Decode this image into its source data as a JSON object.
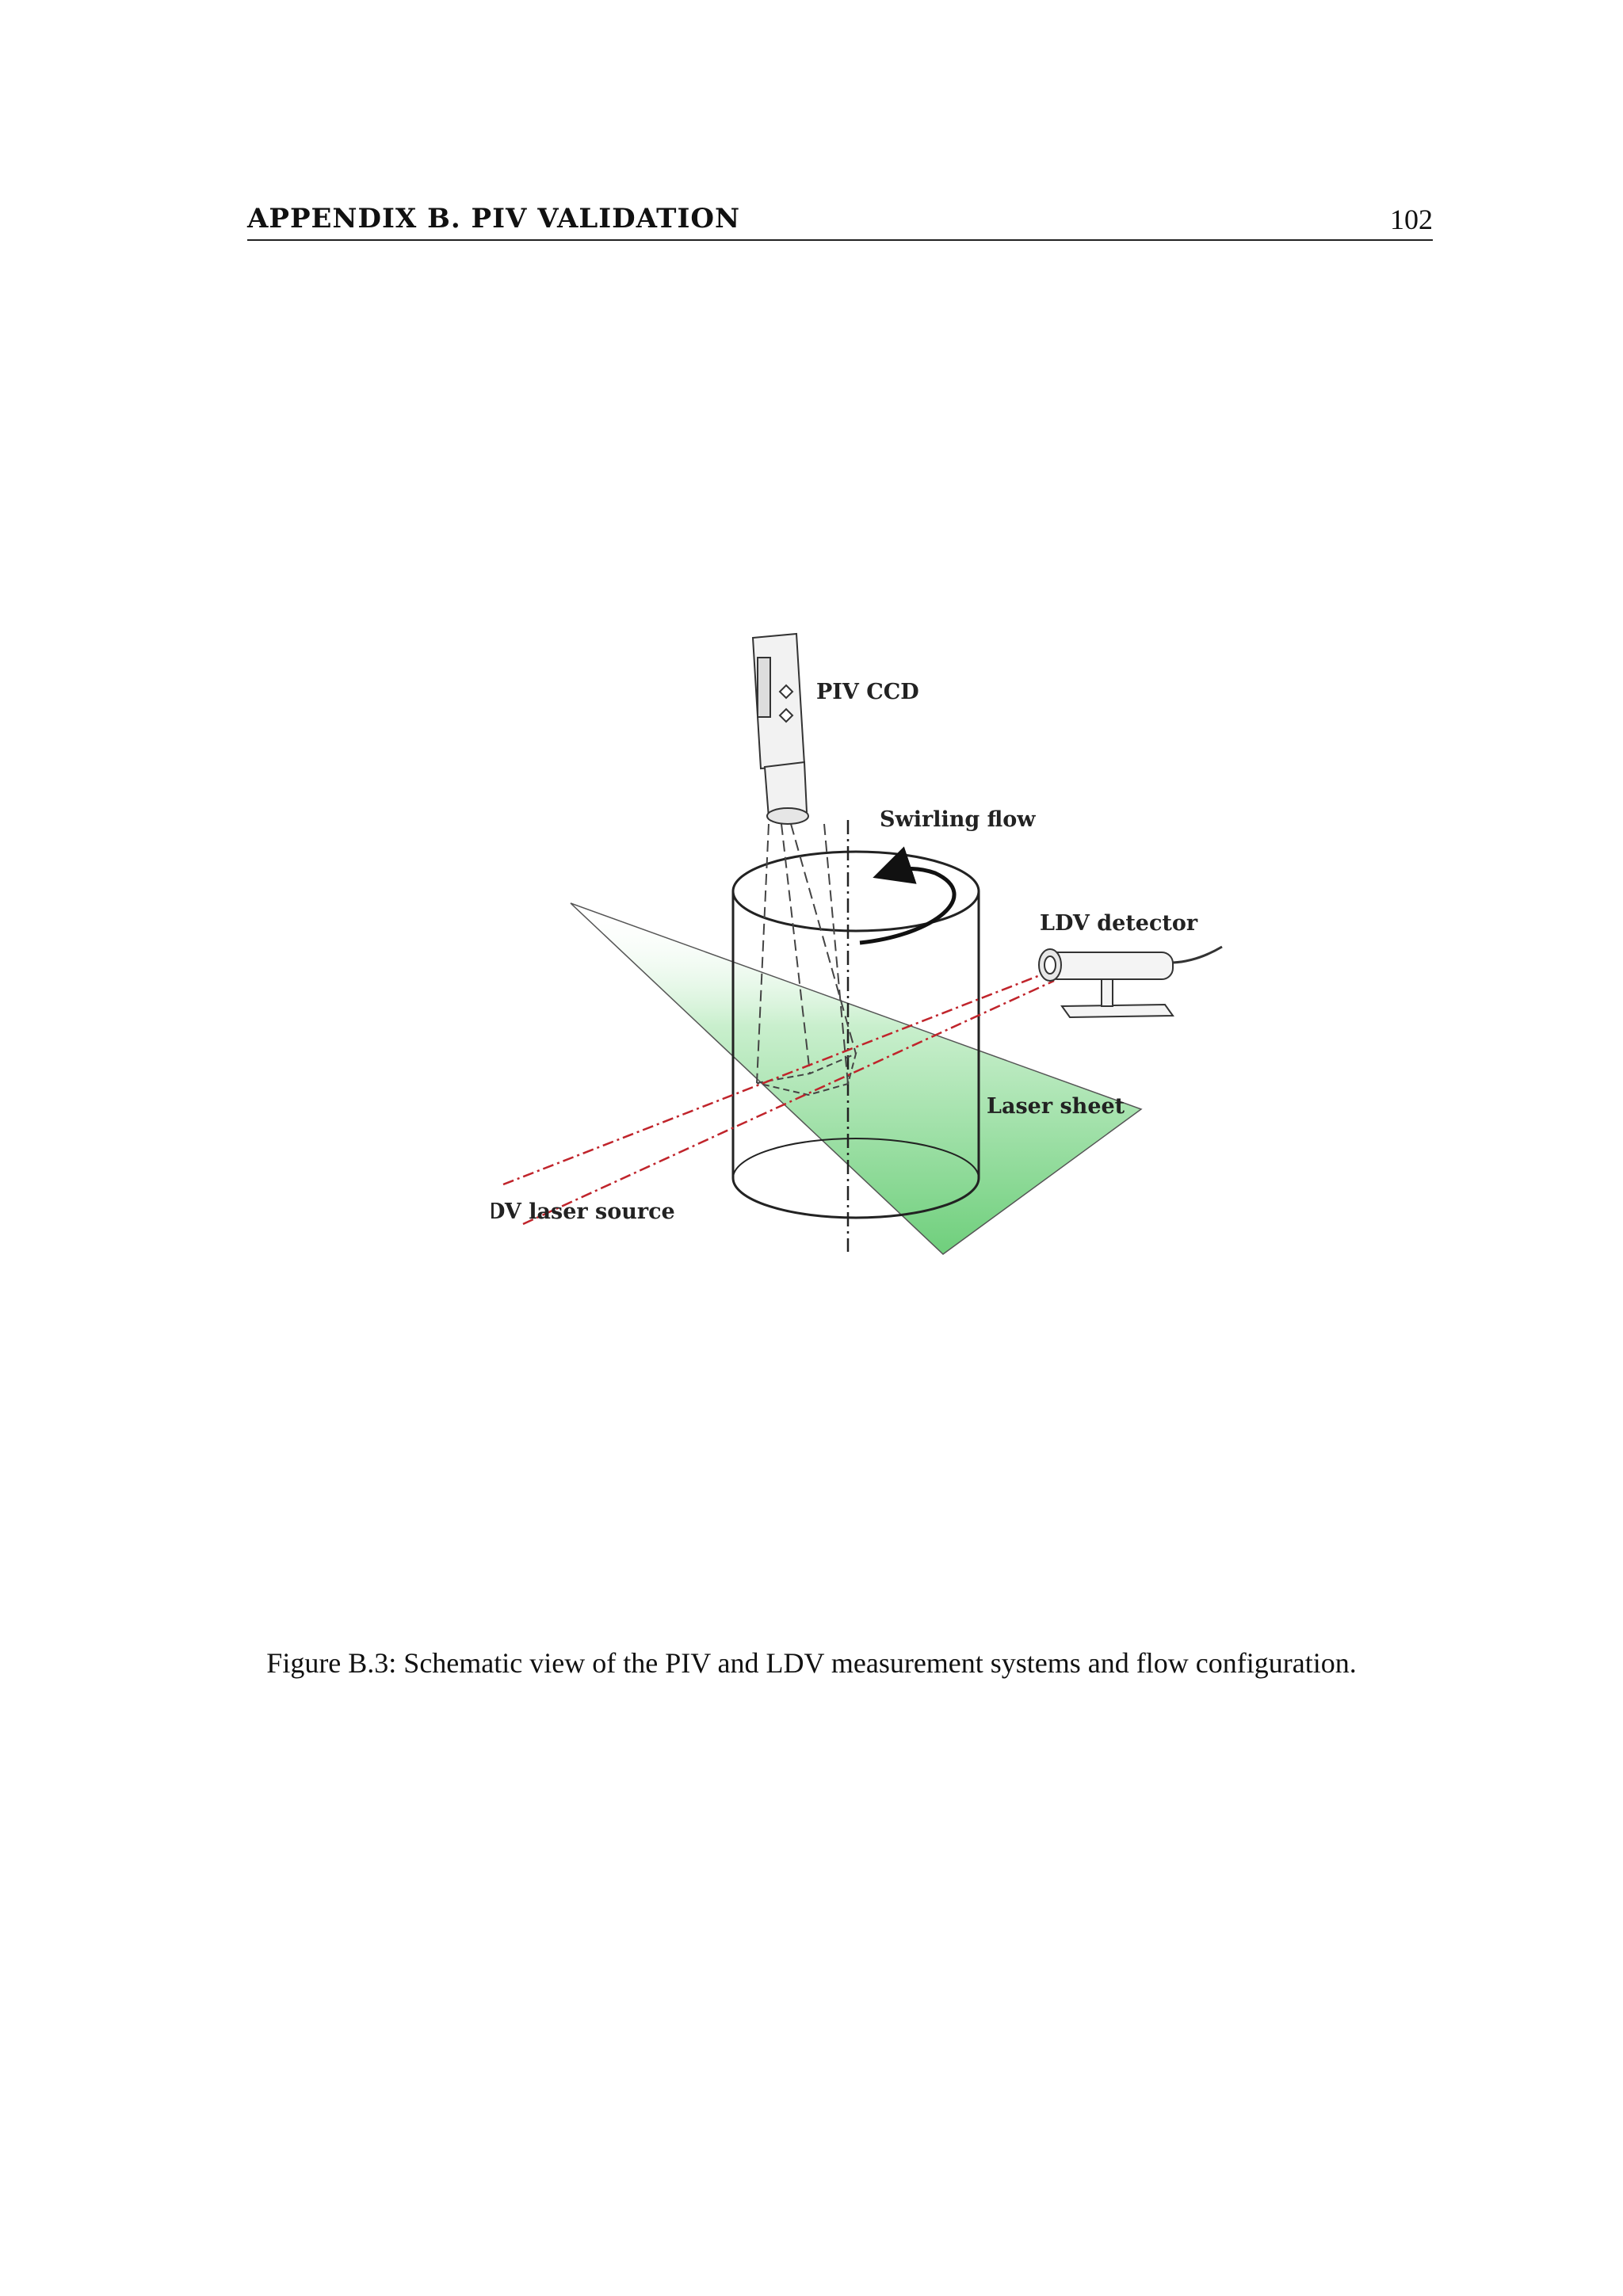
{
  "header": {
    "section": "APPENDIX B.  PIV VALIDATION",
    "page_number": "102"
  },
  "figure": {
    "labels": {
      "piv_ccd": "PIV CCD",
      "swirling_flow": "Swirling flow",
      "ldv_detector": "LDV detector",
      "laser_sheet": "Laser sheet",
      "ldv_laser_source": "LDV laser source"
    },
    "colors": {
      "laser_beam": "#c0242b",
      "laser_sheet": "#7fd68a",
      "outline": "#222222"
    }
  },
  "caption": "Figure B.3: Schematic view of the PIV and LDV measurement systems and flow configuration."
}
